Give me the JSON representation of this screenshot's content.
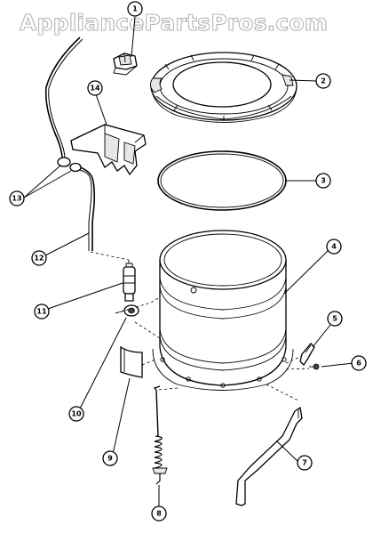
{
  "watermark": "AppliancePartsPros.com",
  "callouts": [
    {
      "id": "c1",
      "label": "1"
    },
    {
      "id": "c2",
      "label": "2"
    },
    {
      "id": "c3",
      "label": "3"
    },
    {
      "id": "c4",
      "label": "4"
    },
    {
      "id": "c5",
      "label": "5"
    },
    {
      "id": "c6",
      "label": "6"
    },
    {
      "id": "c7",
      "label": "7"
    },
    {
      "id": "c8",
      "label": "8"
    },
    {
      "id": "c9",
      "label": "9"
    },
    {
      "id": "c10",
      "label": "10"
    },
    {
      "id": "c11",
      "label": "11"
    },
    {
      "id": "c12",
      "label": "12"
    },
    {
      "id": "c13",
      "label": "13"
    },
    {
      "id": "c14",
      "label": "14"
    }
  ]
}
